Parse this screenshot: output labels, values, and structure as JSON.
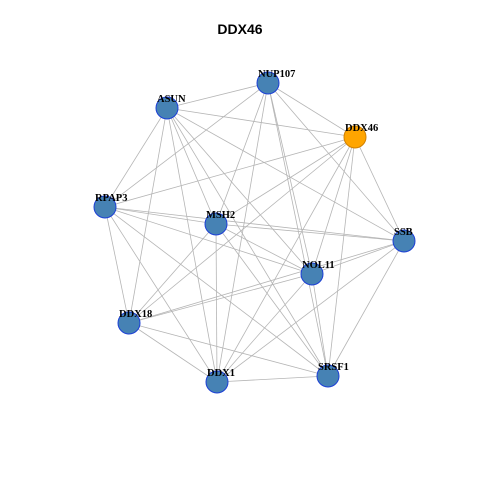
{
  "title": "DDX46",
  "colors": {
    "node_default": "#4682b4",
    "node_highlight": "#ffa500",
    "node_border_default": "#1c3fd6",
    "node_border_highlight": "#d08000",
    "edge": "#b5b5b5"
  },
  "nodes": [
    {
      "id": "NUP107",
      "label": "NUP107",
      "highlight": false
    },
    {
      "id": "ASUN",
      "label": "ASUN",
      "highlight": false
    },
    {
      "id": "DDX46",
      "label": "DDX46",
      "highlight": true
    },
    {
      "id": "RPAP3",
      "label": "RPAP3",
      "highlight": false
    },
    {
      "id": "MSH2",
      "label": "MSH2",
      "highlight": false
    },
    {
      "id": "SSB",
      "label": "SSB",
      "highlight": false
    },
    {
      "id": "NOL11",
      "label": "NOL11",
      "highlight": false
    },
    {
      "id": "DDX18",
      "label": "DDX18",
      "highlight": false
    },
    {
      "id": "SRSF1",
      "label": "SRSF1",
      "highlight": false
    },
    {
      "id": "DDX1",
      "label": "DDX1",
      "highlight": false
    }
  ],
  "edges": [
    [
      "NUP107",
      "ASUN"
    ],
    [
      "NUP107",
      "DDX46"
    ],
    [
      "NUP107",
      "RPAP3"
    ],
    [
      "NUP107",
      "MSH2"
    ],
    [
      "NUP107",
      "NOL11"
    ],
    [
      "NUP107",
      "SRSF1"
    ],
    [
      "NUP107",
      "DDX1"
    ],
    [
      "NUP107",
      "SSB"
    ],
    [
      "ASUN",
      "DDX46"
    ],
    [
      "ASUN",
      "RPAP3"
    ],
    [
      "ASUN",
      "MSH2"
    ],
    [
      "ASUN",
      "SSB"
    ],
    [
      "ASUN",
      "NOL11"
    ],
    [
      "ASUN",
      "DDX18"
    ],
    [
      "ASUN",
      "SRSF1"
    ],
    [
      "ASUN",
      "DDX1"
    ],
    [
      "DDX46",
      "RPAP3"
    ],
    [
      "DDX46",
      "MSH2"
    ],
    [
      "DDX46",
      "SSB"
    ],
    [
      "DDX46",
      "NOL11"
    ],
    [
      "DDX46",
      "DDX18"
    ],
    [
      "DDX46",
      "SRSF1"
    ],
    [
      "DDX46",
      "DDX1"
    ],
    [
      "RPAP3",
      "MSH2"
    ],
    [
      "RPAP3",
      "SSB"
    ],
    [
      "RPAP3",
      "NOL11"
    ],
    [
      "RPAP3",
      "DDX18"
    ],
    [
      "RPAP3",
      "SRSF1"
    ],
    [
      "RPAP3",
      "DDX1"
    ],
    [
      "MSH2",
      "SSB"
    ],
    [
      "MSH2",
      "NOL11"
    ],
    [
      "MSH2",
      "DDX18"
    ],
    [
      "MSH2",
      "SRSF1"
    ],
    [
      "MSH2",
      "DDX1"
    ],
    [
      "SSB",
      "NOL11"
    ],
    [
      "SSB",
      "DDX18"
    ],
    [
      "SSB",
      "SRSF1"
    ],
    [
      "SSB",
      "DDX1"
    ],
    [
      "NOL11",
      "DDX18"
    ],
    [
      "NOL11",
      "SRSF1"
    ],
    [
      "NOL11",
      "DDX1"
    ],
    [
      "DDX18",
      "SRSF1"
    ],
    [
      "DDX18",
      "DDX1"
    ],
    [
      "SRSF1",
      "DDX1"
    ]
  ]
}
